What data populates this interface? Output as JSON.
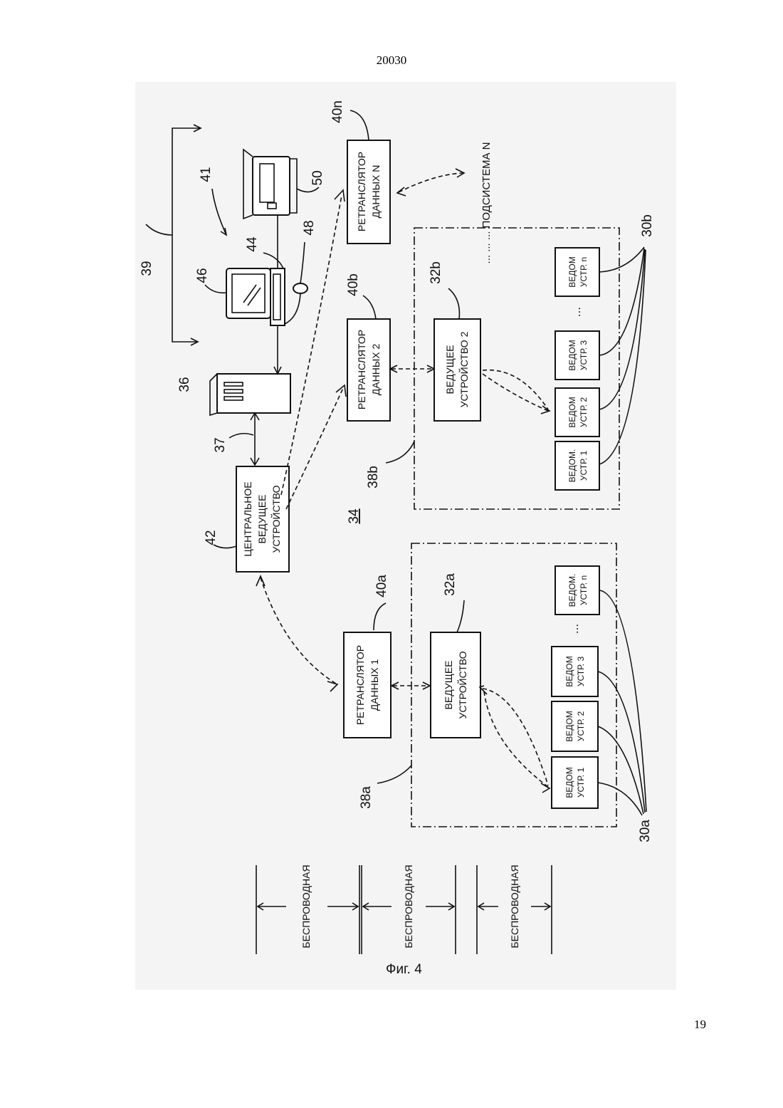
{
  "page": {
    "header_number": "20030",
    "page_number": "19"
  },
  "figure": {
    "caption": "Фиг. 4",
    "ref": {
      "r39": "39",
      "r41": "41",
      "r46": "46",
      "r44": "44",
      "r48": "48",
      "r50": "50",
      "r36": "36",
      "r37": "37",
      "r42": "42",
      "r34": "34",
      "r40a": "40a",
      "r40b": "40b",
      "r40n": "40n",
      "r32a": "32a",
      "r32b": "32b",
      "r38a": "38a",
      "r38b": "38b",
      "r30a": "30a",
      "r30b": "30b"
    },
    "central_master": [
      "ЦЕНТРАЛЬНОЕ",
      "ВЕДУЩЕЕ",
      "УСТРОЙСТВО"
    ],
    "relay1": [
      "РЕТРАНСЛЯТОР",
      "ДАННЫХ 1"
    ],
    "relay2": [
      "РЕТРАНСЛЯТОР",
      "ДАННЫХ 2"
    ],
    "relayN": [
      "РЕТРАНСЛЯТОР",
      "ДАННЫХ N"
    ],
    "master_a": [
      "ВЕДУЩЕЕ",
      "УСТРОЙСТВО"
    ],
    "master_b": [
      "ВЕДУЩЕЕ",
      "УСТРОЙСТВО 2"
    ],
    "slaves_a": [
      [
        "ВЕДОМ",
        "УСТР. 1"
      ],
      [
        "ВЕДОМ",
        "УСТР. 2"
      ],
      [
        "ВЕДОМ",
        "УСТР. 3"
      ],
      [
        "ВЕДОМ.",
        "УСТР. n"
      ]
    ],
    "slaves_b": [
      [
        "ВЕДОМ.",
        "УСТР. 1"
      ],
      [
        "ВЕДОМ",
        "УСТР. 2"
      ],
      [
        "ВЕДОМ",
        "УСТР. 3"
      ],
      [
        "ВЕДОМ",
        "УСТР. n"
      ]
    ],
    "ellipsis": "...",
    "subsystem_n": "... ... ... ПОДСИСТЕМА N",
    "wireless": "БЕСПРОВОДНАЯ"
  }
}
